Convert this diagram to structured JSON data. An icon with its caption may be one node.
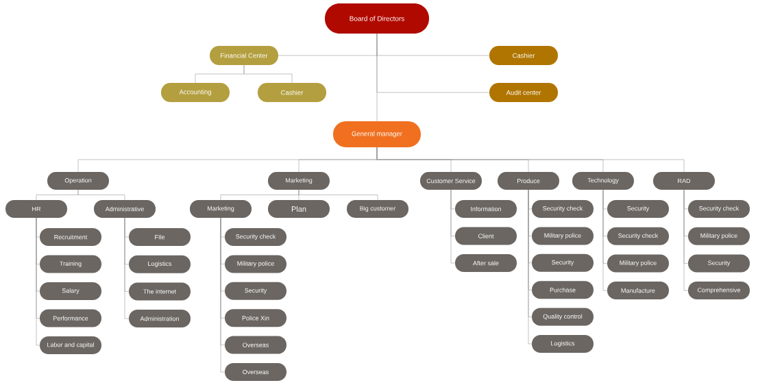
{
  "diagram": {
    "nodes": [
      {
        "text": [
          "Board of Directors"
        ]
      },
      {
        "text": [
          "Financial Center"
        ]
      },
      {
        "text": [
          "Accounting"
        ]
      },
      {
        "text": [
          "Cashier"
        ]
      },
      {
        "text": [
          "Cashier"
        ]
      },
      {
        "text": [
          "Audit center"
        ]
      },
      {
        "text": [
          "General manager"
        ]
      },
      {
        "text": [
          "Operation"
        ]
      },
      {
        "text": [
          "Marketing"
        ]
      },
      {
        "text": [
          "Customer Service"
        ]
      },
      {
        "text": [
          "Produce"
        ]
      },
      {
        "text": [
          "Technology"
        ]
      },
      {
        "text": [
          "RAD"
        ]
      },
      {
        "text": [
          "HR"
        ]
      },
      {
        "text": [
          "Administrative"
        ]
      },
      {
        "text": [
          "Marketing"
        ]
      },
      {
        "text": [
          "Plan"
        ]
      },
      {
        "text": [
          "Big customer"
        ]
      },
      {
        "text": [
          "Recruitment"
        ]
      },
      {
        "text": [
          "Training"
        ]
      },
      {
        "text": [
          "Salary"
        ]
      },
      {
        "text": [
          "Performance"
        ]
      },
      {
        "text": [
          "Labor and capital"
        ]
      },
      {
        "text": [
          "FIle"
        ]
      },
      {
        "text": [
          "Logistics"
        ]
      },
      {
        "text": [
          "The internet"
        ]
      },
      {
        "text": [
          "Administration"
        ]
      },
      {
        "text": [
          "Security check"
        ]
      },
      {
        "text": [
          "Military police"
        ]
      },
      {
        "text": [
          "Security"
        ]
      },
      {
        "text": [
          "Police Xin"
        ]
      },
      {
        "text": [
          "Overseas"
        ]
      },
      {
        "text": [
          "Overseas"
        ]
      },
      {
        "text": [
          "Information"
        ]
      },
      {
        "text": [
          "Client"
        ]
      },
      {
        "text": [
          "After sale"
        ]
      },
      {
        "text": [
          "Security check"
        ]
      },
      {
        "text": [
          "Military police"
        ]
      },
      {
        "text": [
          "Security"
        ]
      },
      {
        "text": [
          "Purchase"
        ]
      },
      {
        "text": [
          "Quality control"
        ]
      },
      {
        "text": [
          "Logistics"
        ]
      },
      {
        "text": [
          "Security"
        ]
      },
      {
        "text": [
          "Security check"
        ]
      },
      {
        "text": [
          "Military police"
        ]
      },
      {
        "text": [
          "Manufacture"
        ]
      },
      {
        "text": [
          "Security check"
        ]
      },
      {
        "text": [
          "Military police"
        ]
      },
      {
        "text": [
          "Security"
        ]
      },
      {
        "text": [
          "Comprehensive"
        ]
      }
    ],
    "edges": [
      {
        "from": 0,
        "to": 1,
        "arrow": "none"
      },
      {
        "from": 0,
        "to": 4,
        "arrow": "none"
      },
      {
        "from": 0,
        "to": 5,
        "arrow": "none"
      },
      {
        "from": 0,
        "to": 6,
        "arrow": "none"
      },
      {
        "from": 1,
        "to": 2,
        "arrow": "none"
      },
      {
        "from": 1,
        "to": 3,
        "arrow": "none"
      },
      {
        "from": 6,
        "to": 7,
        "arrow": "none"
      },
      {
        "from": 6,
        "to": 8,
        "arrow": "none"
      },
      {
        "from": 6,
        "to": 9,
        "arrow": "none"
      },
      {
        "from": 6,
        "to": 10,
        "arrow": "none"
      },
      {
        "from": 6,
        "to": 11,
        "arrow": "none"
      },
      {
        "from": 6,
        "to": 12,
        "arrow": "none"
      },
      {
        "from": 7,
        "to": 13,
        "arrow": "none"
      },
      {
        "from": 7,
        "to": 14,
        "arrow": "none"
      },
      {
        "from": 8,
        "to": 15,
        "arrow": "none"
      },
      {
        "from": 8,
        "to": 16,
        "arrow": "none"
      },
      {
        "from": 8,
        "to": 17,
        "arrow": "none"
      },
      {
        "from": 13,
        "to": 18,
        "arrow": "none"
      },
      {
        "from": 13,
        "to": 19,
        "arrow": "none"
      },
      {
        "from": 13,
        "to": 20,
        "arrow": "none"
      },
      {
        "from": 13,
        "to": 21,
        "arrow": "none"
      },
      {
        "from": 13,
        "to": 22,
        "arrow": "none"
      },
      {
        "from": 14,
        "to": 23,
        "arrow": "none"
      },
      {
        "from": 14,
        "to": 24,
        "arrow": "none"
      },
      {
        "from": 14,
        "to": 25,
        "arrow": "none"
      },
      {
        "from": 14,
        "to": 26,
        "arrow": "none"
      },
      {
        "from": 15,
        "to": 27,
        "arrow": "none"
      },
      {
        "from": 15,
        "to": 28,
        "arrow": "none"
      },
      {
        "from": 15,
        "to": 29,
        "arrow": "none"
      },
      {
        "from": 15,
        "to": 30,
        "arrow": "none"
      },
      {
        "from": 15,
        "to": 31,
        "arrow": "none"
      },
      {
        "from": 15,
        "to": 32,
        "arrow": "none"
      },
      {
        "from": 9,
        "to": 33,
        "arrow": "none"
      },
      {
        "from": 9,
        "to": 34,
        "arrow": "none"
      },
      {
        "from": 9,
        "to": 35,
        "arrow": "none"
      },
      {
        "from": 10,
        "to": 36,
        "arrow": "none"
      },
      {
        "from": 10,
        "to": 37,
        "arrow": "none"
      },
      {
        "from": 10,
        "to": 38,
        "arrow": "none"
      },
      {
        "from": 10,
        "to": 39,
        "arrow": "none"
      },
      {
        "from": 10,
        "to": 40,
        "arrow": "none"
      },
      {
        "from": 10,
        "to": 41,
        "arrow": "none"
      },
      {
        "from": 11,
        "to": 42,
        "arrow": "none"
      },
      {
        "from": 11,
        "to": 43,
        "arrow": "none"
      },
      {
        "from": 11,
        "to": 44,
        "arrow": "none"
      },
      {
        "from": 11,
        "to": 45,
        "arrow": "none"
      },
      {
        "from": 12,
        "to": 46,
        "arrow": "none"
      },
      {
        "from": 12,
        "to": 47,
        "arrow": "none"
      },
      {
        "from": 12,
        "to": 48,
        "arrow": "none"
      },
      {
        "from": 12,
        "to": 49,
        "arrow": "none"
      }
    ]
  }
}
